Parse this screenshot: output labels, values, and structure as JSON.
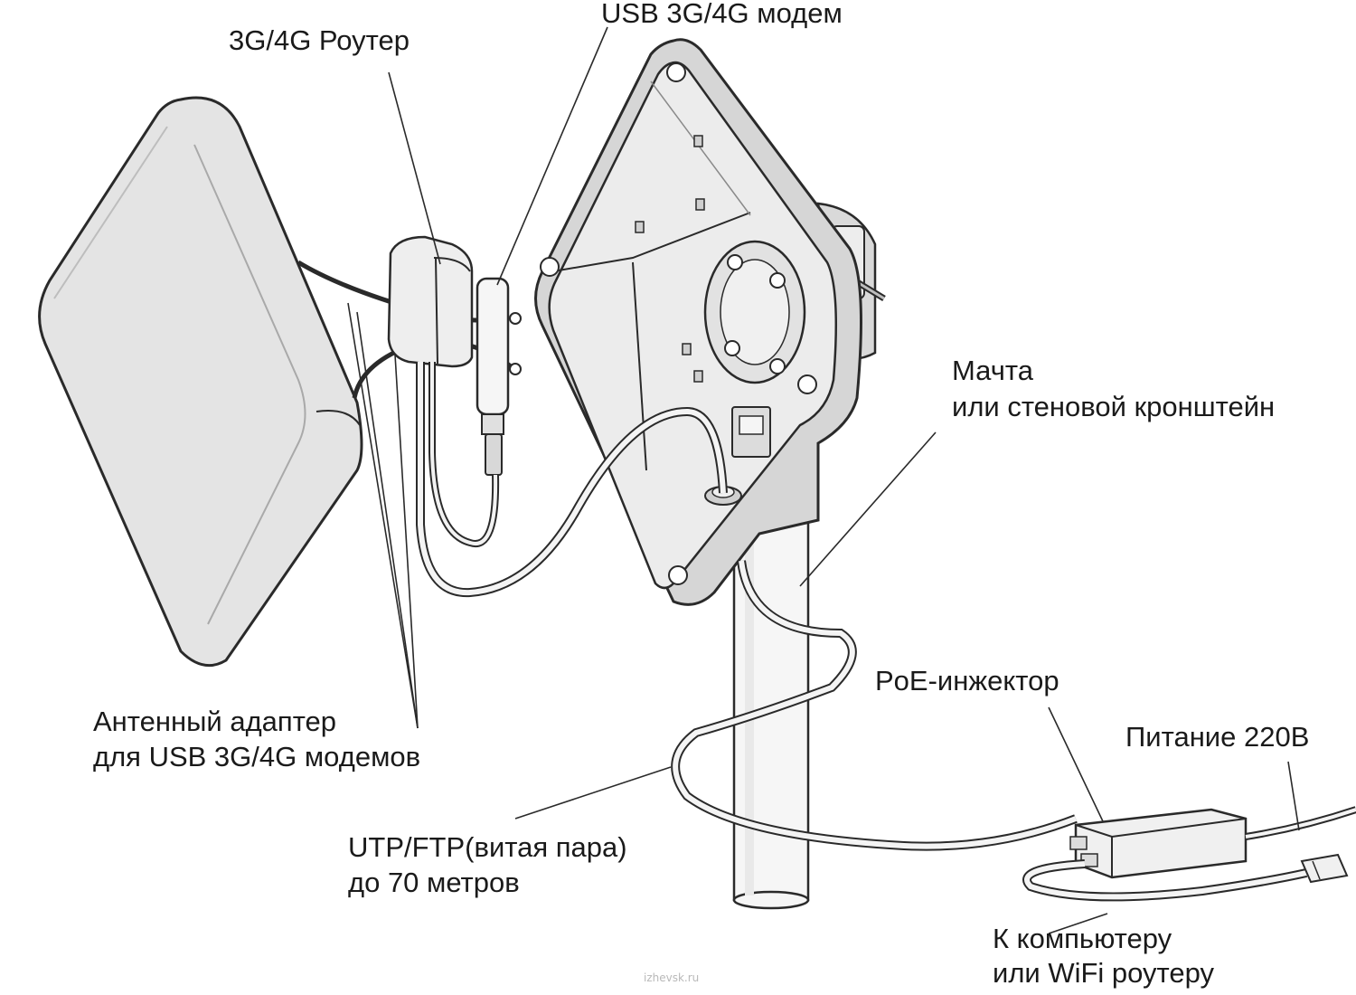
{
  "labels": {
    "usb_modem": "USB 3G/4G модем",
    "router": "3G/4G Роутер",
    "mast_line1": "Мачта",
    "mast_line2": "или стеновой кронштейн",
    "poe": "PoE-инжектор",
    "power": "Питание 220В",
    "adapter_line1": "Антенный адаптер",
    "adapter_line2": "для USB 3G/4G модемов",
    "cable_line1": "UTP/FTP(витая пара)",
    "cable_line2": "до 70 метров",
    "computer_line1": "К компьютеру",
    "computer_line2": "или WiFi роутеру"
  },
  "watermark": "izhevsk.ru",
  "colors": {
    "line": "#2a2a2a",
    "panel_fill": "#e3e3e3",
    "panel_shade": "#cfcfcf",
    "cable_fill": "#f4f4f4"
  }
}
